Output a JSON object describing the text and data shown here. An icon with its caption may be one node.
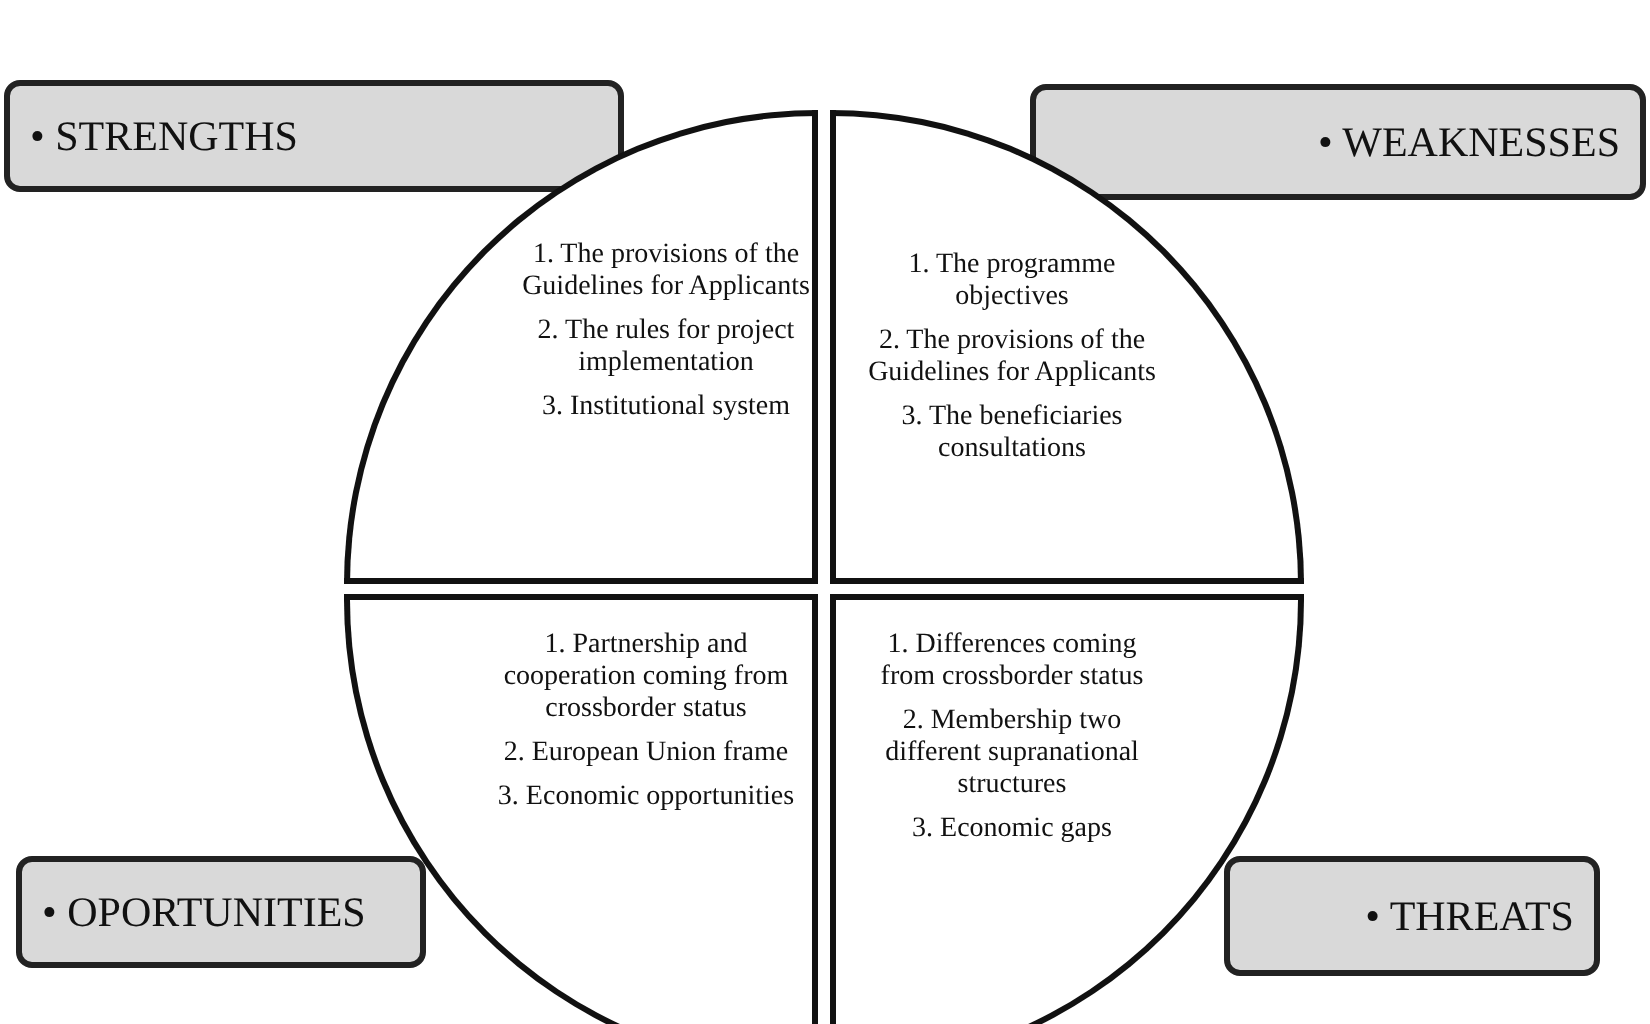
{
  "diagram": {
    "nodes": [
      {
        "text": [
          "• STRENGTHS"
        ]
      },
      {
        "text": [
          "• WEAKNESSES"
        ]
      },
      {
        "text": [
          "• OPORTUNITIES"
        ]
      },
      {
        "text": [
          "• THREATS"
        ]
      },
      {
        "text": [
          "1. The provisions of the Guidelines for Applicants",
          "2. The rules for project implementation",
          "3. Institutional system"
        ]
      },
      {
        "text": [
          "1. The programme objectives",
          "2. The provisions of the Guidelines for Applicants",
          "3. The beneficiaries consultations"
        ]
      },
      {
        "text": [
          "1. Partnership and cooperation coming from crossborder status",
          "2. European Union frame",
          "3. Economic opportunities"
        ]
      },
      {
        "text": [
          "1. Differences coming from crossborder status",
          "2. Membership two different supranational structures",
          "3. Economic gaps"
        ]
      }
    ]
  }
}
